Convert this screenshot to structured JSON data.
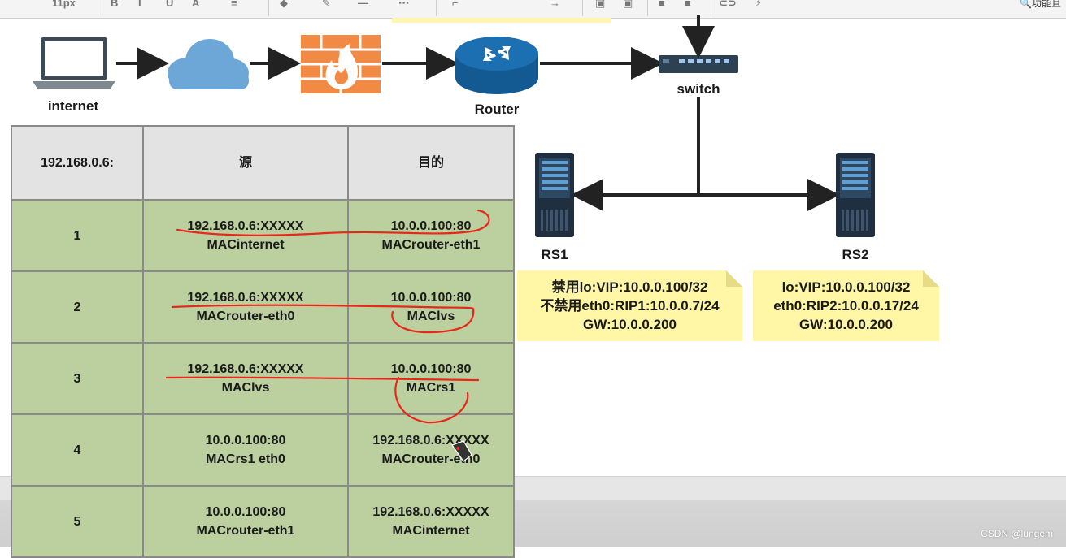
{
  "toolbar": {
    "font_size": "11px",
    "right_label": "功能且"
  },
  "diagram": {
    "labels": {
      "internet": "internet",
      "router": "Router",
      "switch": "switch",
      "rs1": "RS1",
      "rs2": "RS2"
    },
    "colors": {
      "cloud": "#6da7d8",
      "firewall": "#f08a45",
      "router": "#1c6fb0",
      "server": "#1f2f3f",
      "arrow": "#222222",
      "note": "#fff6a6",
      "annotation": "#e8261a"
    },
    "notes": {
      "rs1": [
        "禁用lo:VIP:10.0.0.100/32",
        "不禁用eth0:RIP1:10.0.0.7/24",
        "GW:10.0.0.200"
      ],
      "rs2": [
        "lo:VIP:10.0.0.100/32",
        "eth0:RIP2:10.0.0.17/24",
        "GW:10.0.0.200"
      ]
    }
  },
  "table": {
    "headers": [
      "192.168.0.6:",
      "源",
      "目的"
    ],
    "rows": [
      {
        "step": "1",
        "src": [
          "192.168.0.6:XXXXX",
          "MACinternet"
        ],
        "dst": [
          "10.0.0.100:80",
          "MACrouter-eth1"
        ]
      },
      {
        "step": "2",
        "src": [
          "192.168.0.6:XXXXX",
          "MACrouter-eth0"
        ],
        "dst": [
          "10.0.0.100:80",
          "MAClvs"
        ]
      },
      {
        "step": "3",
        "src": [
          "192.168.0.6:XXXXX",
          "MAClvs"
        ],
        "dst": [
          "10.0.0.100:80",
          "MACrs1"
        ]
      },
      {
        "step": "4",
        "src": [
          "10.0.0.100:80",
          "MACrs1 eth0"
        ],
        "dst": [
          "192.168.0.6:XXXXX",
          "MACrouter-eth0"
        ]
      },
      {
        "step": "5",
        "src": [
          "10.0.0.100:80",
          "MACrouter-eth1"
        ],
        "dst": [
          "192.168.0.6:XXXXX",
          "MACinternet"
        ]
      }
    ]
  },
  "watermark": "CSDN @lungem"
}
